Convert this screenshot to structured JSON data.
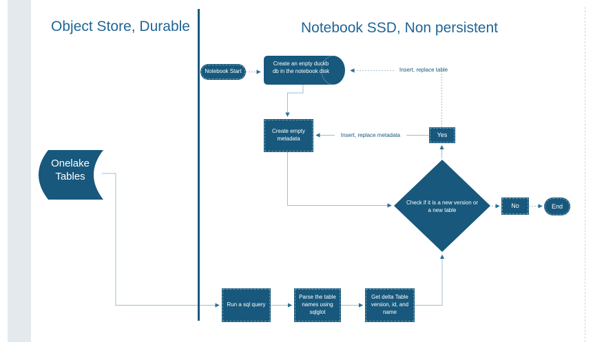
{
  "headers": {
    "left": "Object Store, Durable",
    "right": "Notebook SSD, Non persistent"
  },
  "nodes": {
    "notebook_start": {
      "label": "Notebook Start"
    },
    "create_duckdb": {
      "lines": [
        "Create an enpty duckb",
        "db in the notebook disk"
      ]
    },
    "create_metadata": {
      "lines": [
        "Create empty",
        "metadata"
      ]
    },
    "yes": {
      "label": "Yes"
    },
    "decision": {
      "lines": [
        "Check if it is a new version or",
        "a new table"
      ]
    },
    "no": {
      "label": "No"
    },
    "end": {
      "label": "End"
    },
    "run_query": {
      "label": "Run a sql query"
    },
    "parse_tables": {
      "lines": [
        "Parse the table",
        "names using",
        "sqlglot"
      ]
    },
    "get_delta": {
      "lines": [
        "Get delta Table",
        "version, id, and",
        "name"
      ]
    },
    "onelake": {
      "lines": [
        "Onelake",
        "Tables"
      ]
    }
  },
  "edge_labels": {
    "insert_table": "Insert, replace table",
    "insert_metadata": "Insert, replace metadata"
  },
  "colors": {
    "shape_fill": "#17587c",
    "title_text": "#1f6596",
    "connector_line": "#9fbccd",
    "arrowhead": "#2e7095",
    "left_strip": "#e3e9ec",
    "divider": "#17587c"
  }
}
